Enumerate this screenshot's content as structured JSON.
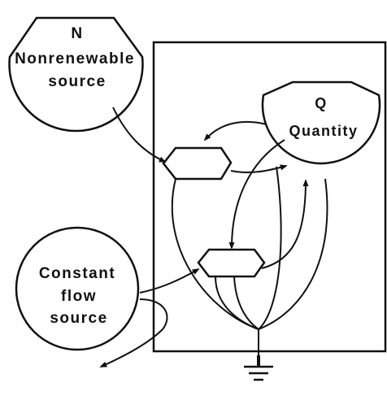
{
  "diagram": {
    "nonrenewable": {
      "symbol": "N",
      "line1": "Nonrenewable",
      "line2": "source"
    },
    "storage": {
      "symbol": "Q",
      "label": "Quantity"
    },
    "constant_source": {
      "line1": "Constant",
      "line2": "flow",
      "line3": "source"
    },
    "colors": {
      "ink": "#111111",
      "background": "#ffffff"
    },
    "icons": [
      "source-circle-icon",
      "storage-tank-icon",
      "interaction-workgate-icon",
      "heat-sink-ground-icon",
      "flow-arrow-icon"
    ]
  }
}
